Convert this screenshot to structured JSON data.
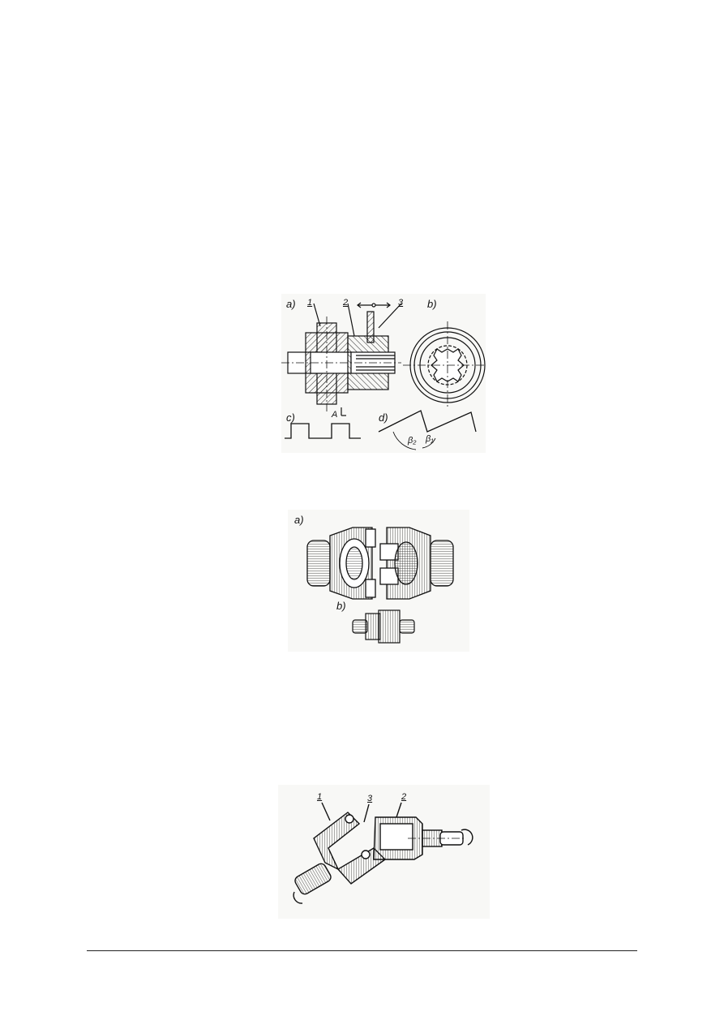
{
  "figure1": {
    "labels": {
      "a": "a)",
      "b": "b)",
      "c": "c)",
      "d": "d)",
      "n1": "1",
      "n2": "2",
      "n3": "3",
      "A": "A"
    },
    "angles": {
      "beta2": "β₂",
      "beta1": "β₁"
    }
  },
  "figure2": {
    "labels": {
      "a": "a)",
      "b": "b)"
    }
  },
  "figure3": {
    "labels": {
      "n1": "1",
      "n2": "2",
      "n3": "3"
    }
  }
}
